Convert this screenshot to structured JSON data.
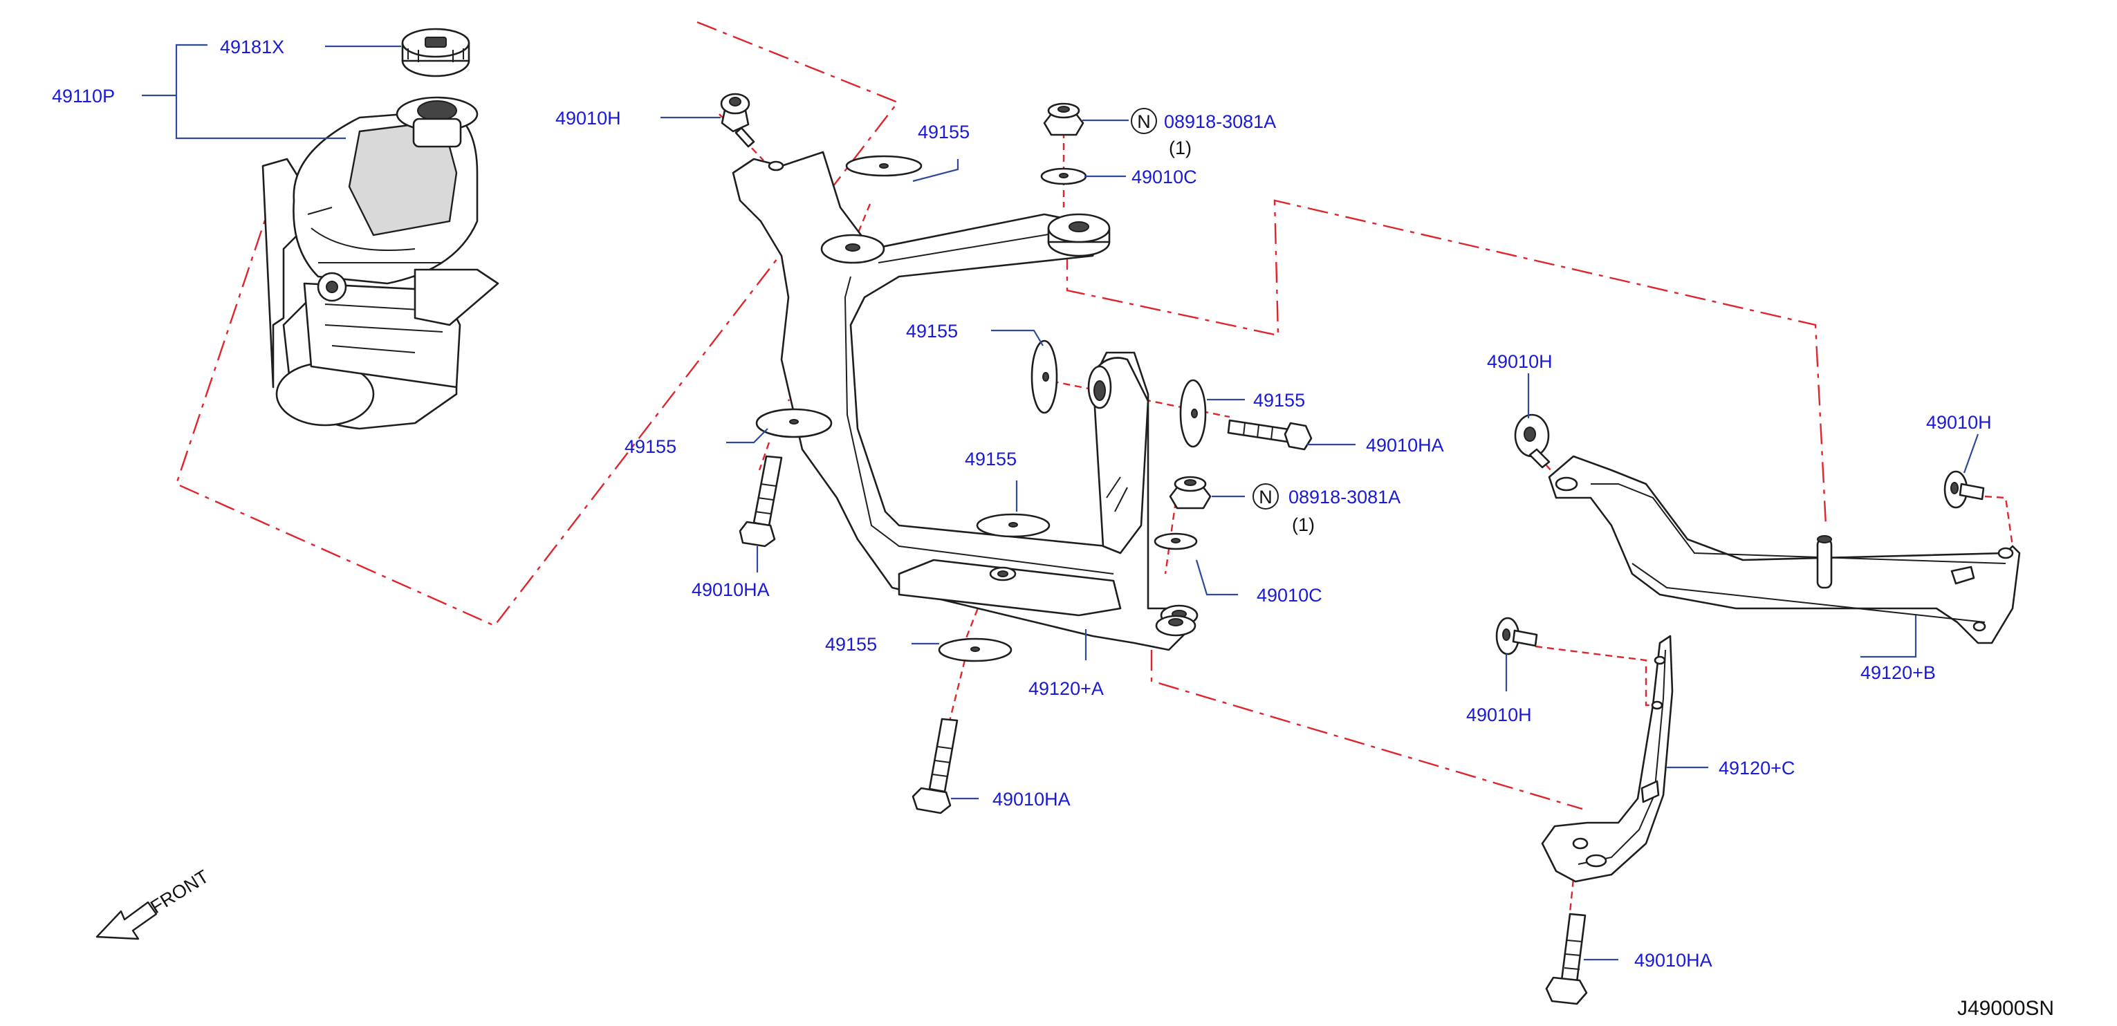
{
  "diagram": {
    "reference_code": "J49000SN",
    "front_label": "FRONT",
    "callouts": {
      "pump": "49110P",
      "cap": "49181X",
      "bolt_h_top": "49010H",
      "washer_top": "49155",
      "nut_top_code": "08918-3081A",
      "nut_top_qty": "(1)",
      "nut_symbol": "N",
      "collar_top": "49010C",
      "washer_left": "49155",
      "bolt_ha_left": "49010HA",
      "washer_mid_upper": "49155",
      "washer_right": "49155",
      "bolt_ha_right": "49010HA",
      "nut_mid_code": "08918-3081A",
      "nut_mid_qty": "(1)",
      "washer_mid": "49155",
      "collar_mid": "49010C",
      "washer_bottom": "49155",
      "bracket_a": "49120+A",
      "bolt_ha_bottom": "49010HA",
      "bolt_h_right_top": "49010H",
      "bolt_h_far_right": "49010H",
      "bracket_b": "49120+B",
      "bolt_h_c": "49010H",
      "bracket_c": "49120+C",
      "bolt_ha_c": "49010HA"
    }
  },
  "colors": {
    "callout_text": "#1a1ad6",
    "leader_line": "#2d4a9a",
    "alignment_line": "#e0242c",
    "part_outline": "#1e1e1e"
  }
}
